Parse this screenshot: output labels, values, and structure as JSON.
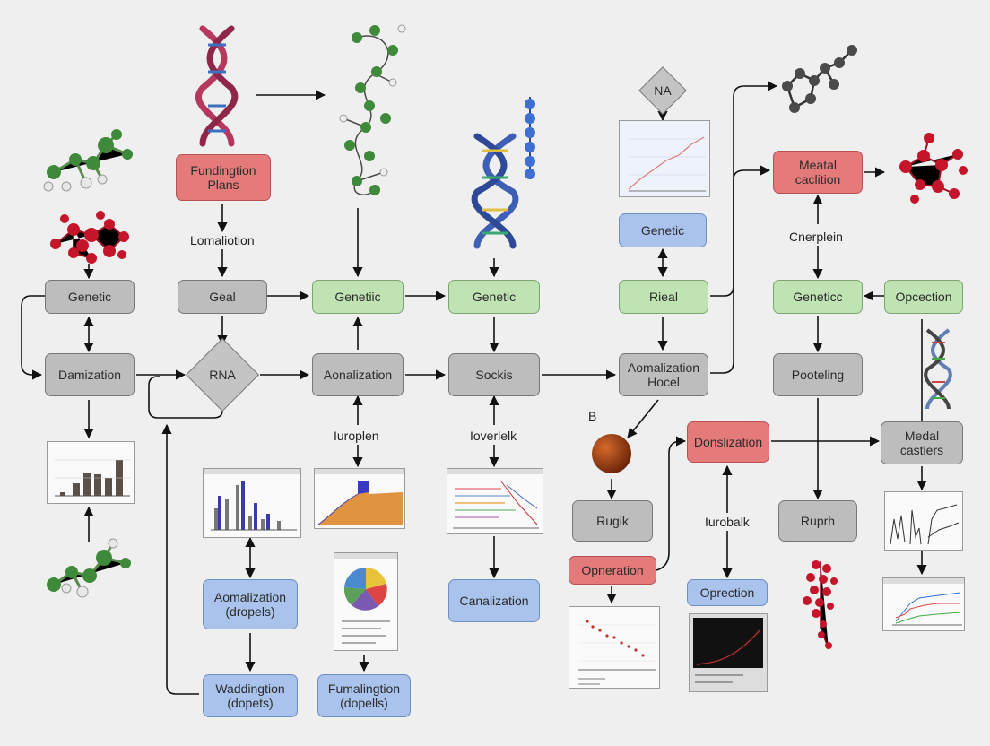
{
  "nodes": {
    "funding_plans": "Fundingtion\nPlans",
    "genetic_left": "Genetic",
    "geal": "Geal",
    "genetiic": "Genetiic",
    "genetic_mid": "Genetic",
    "genetic_blue": "Genetic",
    "rieal": "Rieal",
    "meatal_caclition": "Meatal\ncaclition",
    "geneticc": "Geneticc",
    "opcection": "Opcection",
    "damization": "Damization",
    "rna": "RNA",
    "aonalization": "Aonalization",
    "sockis": "Sockis",
    "aomalization_hocel": "Aomalization\nHocel",
    "pooteling": "Pooteling",
    "medal_castiers": "Medal\ncastiers",
    "donslization": "Donslization",
    "rugik": "Rugik",
    "ruprh": "Ruprh",
    "operation": "Opneration",
    "oprection": "Oprection",
    "canalization": "Canalization",
    "aomalization_dropels": "Aomalization\n(dropels)",
    "waddingtion": "Waddingtion\n(dopets)",
    "fumalingtion": "Fumalingtion\n(dopells)",
    "na": "NA"
  },
  "labels": {
    "lomaliotion": "Lomaliotion",
    "cnerplein": "Cnerplein",
    "iuroplen": "Iuroplen",
    "ioverlelk": "Ioverlelk",
    "iurobalk": "Iurobalk",
    "b": "B"
  },
  "colors": {
    "gray": "#bdbdbd",
    "green": "#bfe3b3",
    "red": "#e57a7a",
    "blue": "#a9c3ec",
    "dna_red": "#b7385e",
    "dna_blue": "#3f5fb5",
    "molecule_green": "#3f8a3a",
    "molecule_red": "#c4152a",
    "molecule_gray": "#4a4a4a"
  },
  "icons": [
    "dna-helix-icon",
    "molecule-icon",
    "bar-chart-icon",
    "line-chart-icon",
    "pie-chart-icon",
    "sphere-icon"
  ]
}
